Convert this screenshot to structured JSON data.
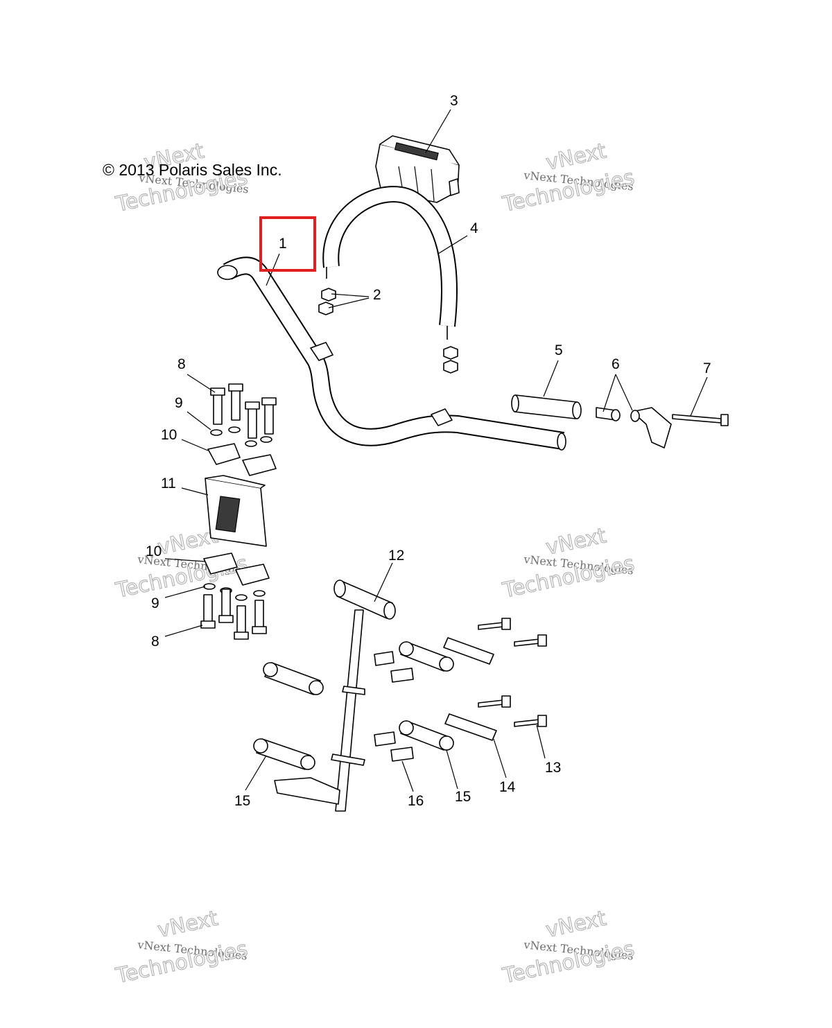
{
  "diagram": {
    "copyright": "© 2013 Polaris Sales Inc.",
    "watermark_line1": "vNext Technologies",
    "watermark_line2": "vNext",
    "watermark_line3": "Technologies",
    "highlight_color": "#e01f1f",
    "callouts": {
      "c1": "1",
      "c2": "2",
      "c3": "3",
      "c4": "4",
      "c5": "5",
      "c6": "6",
      "c7": "7",
      "c8a": "8",
      "c9a": "9",
      "c10a": "10",
      "c11": "11",
      "c10b": "10",
      "c9b": "9",
      "c8b": "8",
      "c12": "12",
      "c13": "13",
      "c14": "14",
      "c15a": "15",
      "c15b": "15",
      "c16": "16"
    }
  }
}
